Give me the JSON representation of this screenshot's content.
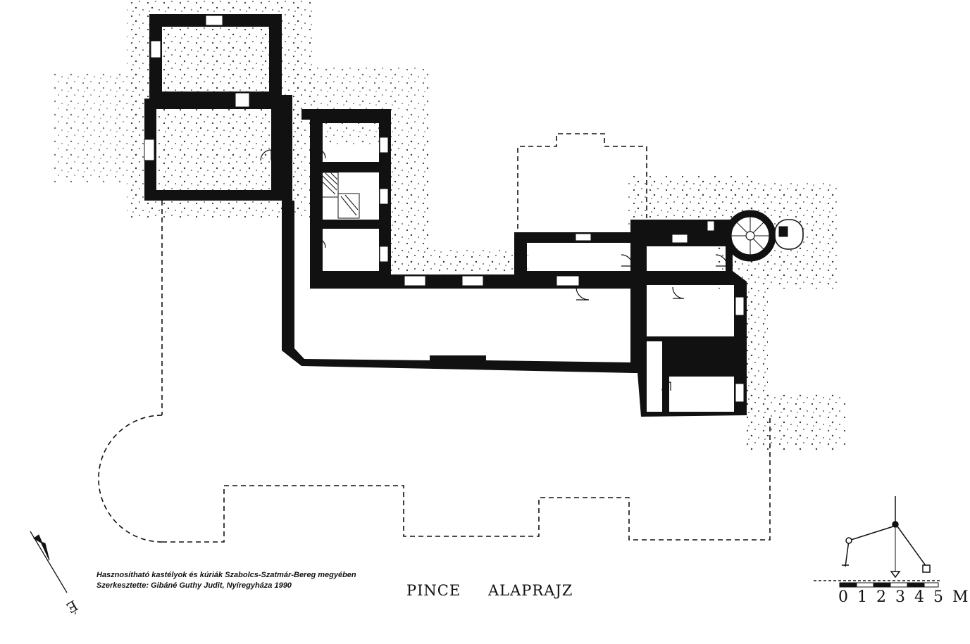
{
  "credits": {
    "line1": "Hasznosítható kastélyok és kúriák Szabolcs-Szatmár-Bereg megyében",
    "line2": "Szerkesztette: Gibáné Guthy Judit, Nyíregyháza 1990"
  },
  "plan_title": {
    "word1": "PINCE",
    "word2": "ALAPRAJZ"
  },
  "scale_bar": {
    "label": "0 1 2 3 4 5 M"
  },
  "north_arrow": {
    "letter": "É"
  },
  "colors": {
    "wall": "#111111",
    "paper": "#ffffff",
    "line": "#111111"
  }
}
